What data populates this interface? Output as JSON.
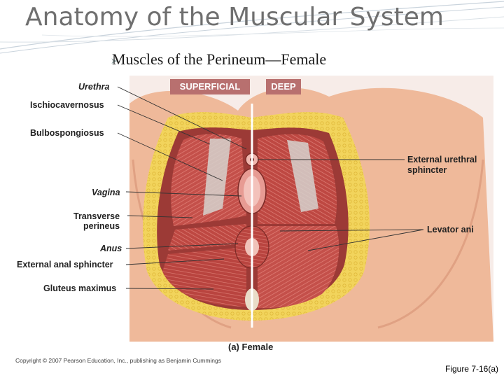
{
  "slide": {
    "title": "Anatomy of the Muscular System",
    "subtitle": "Muscles of the Perineum—Female",
    "bullet_icon": "arrow-bullet-icon"
  },
  "figure": {
    "tags": {
      "superficial": "SUPERFICIAL",
      "deep": "DEEP"
    },
    "labels_left": [
      {
        "text": "Urethra",
        "italic": true
      },
      {
        "text": "Ischiocavernosus",
        "italic": false
      },
      {
        "text": "Bulbospongiosus",
        "italic": false
      },
      {
        "text": "Vagina",
        "italic": true
      },
      {
        "text": "Transverse",
        "italic": false
      },
      {
        "text": "perineus",
        "italic": false
      },
      {
        "text": "Anus",
        "italic": true
      },
      {
        "text": "External anal sphincter",
        "italic": false
      },
      {
        "text": "Gluteus maximus",
        "italic": false
      }
    ],
    "labels_right": [
      {
        "text": "External urethral"
      },
      {
        "text": "sphincter"
      },
      {
        "text": "Levator ani"
      }
    ],
    "caption": "(a) Female",
    "copyright": "Copyright © 2007 Pearson Education, Inc., publishing as Benjamin Cummings",
    "figure_number": "Figure 7-16(a)"
  },
  "colors": {
    "skin": "#efb99a",
    "fat": "#f2d45c",
    "muscle": "#c4504a",
    "title_gray": "#6f6f6f",
    "tag_bg": "#b8706f"
  }
}
